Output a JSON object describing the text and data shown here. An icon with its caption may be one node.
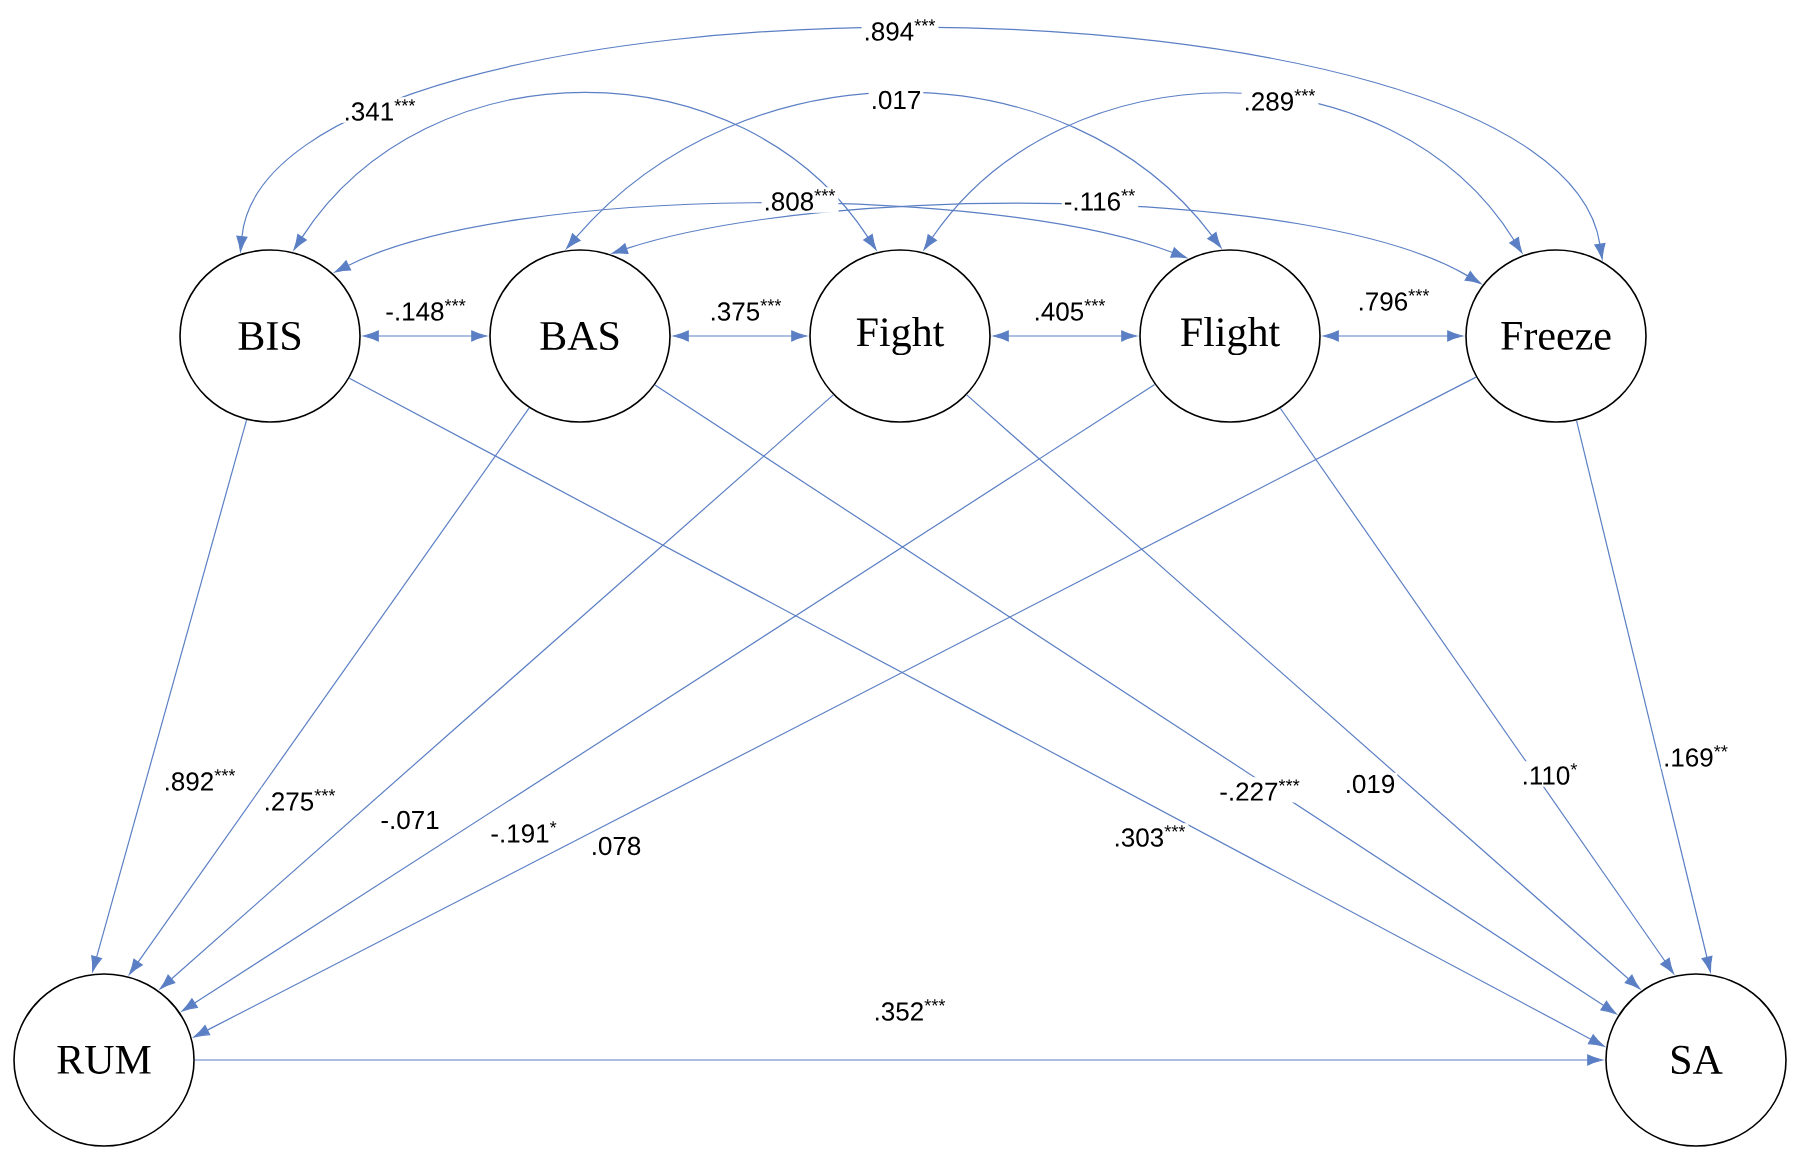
{
  "diagram": {
    "nodes": [
      {
        "text": [
          "BIS"
        ]
      },
      {
        "text": [
          "BAS"
        ]
      },
      {
        "text": [
          "Fight"
        ]
      },
      {
        "text": [
          "Flight"
        ]
      },
      {
        "text": [
          "Freeze"
        ]
      },
      {
        "text": [
          "RUM"
        ]
      },
      {
        "text": [
          "SA"
        ]
      }
    ],
    "edges": [
      {
        "from": 0,
        "to": 4,
        "arrow": "both",
        "label": ".894$^{***}$"
      },
      {
        "from": 0,
        "to": 2,
        "arrow": "both",
        "label": ".341$^{***}$"
      },
      {
        "from": 1,
        "to": 3,
        "arrow": "both",
        "label": ".017"
      },
      {
        "from": 2,
        "to": 4,
        "arrow": "both",
        "label": ".289$^{***}$"
      },
      {
        "from": 0,
        "to": 3,
        "arrow": "both",
        "label": ".808$^{***}$"
      },
      {
        "from": 1,
        "to": 4,
        "arrow": "both",
        "label": "-.116$^{**}$"
      },
      {
        "from": 0,
        "to": 1,
        "arrow": "both",
        "label": "-.148$^{***}$"
      },
      {
        "from": 1,
        "to": 2,
        "arrow": "both",
        "label": ".375$^{***}$"
      },
      {
        "from": 2,
        "to": 3,
        "arrow": "both",
        "label": ".405$^{***}$"
      },
      {
        "from": 3,
        "to": 4,
        "arrow": "both",
        "label": ".796$^{***}$"
      },
      {
        "from": 0,
        "to": 5,
        "arrow": "to",
        "label": ".892$^{***}$"
      },
      {
        "from": 1,
        "to": 5,
        "arrow": "to",
        "label": ".275$^{***}$"
      },
      {
        "from": 2,
        "to": 5,
        "arrow": "to",
        "label": "-.071"
      },
      {
        "from": 3,
        "to": 5,
        "arrow": "to",
        "label": "-.191$^{*}$"
      },
      {
        "from": 4,
        "to": 5,
        "arrow": "to",
        "label": ".078"
      },
      {
        "from": 0,
        "to": 6,
        "arrow": "to",
        "label": ".303$^{***}$"
      },
      {
        "from": 1,
        "to": 6,
        "arrow": "to",
        "label": "-.227$^{***}$"
      },
      {
        "from": 2,
        "to": 6,
        "arrow": "to",
        "label": ".019"
      },
      {
        "from": 3,
        "to": 6,
        "arrow": "to",
        "label": ".110$^{*}$"
      },
      {
        "from": 4,
        "to": 6,
        "arrow": "to",
        "label": ".169$^{**}$"
      },
      {
        "from": 5,
        "to": 6,
        "arrow": "to",
        "label": ".352$^{***}$"
      }
    ]
  }
}
